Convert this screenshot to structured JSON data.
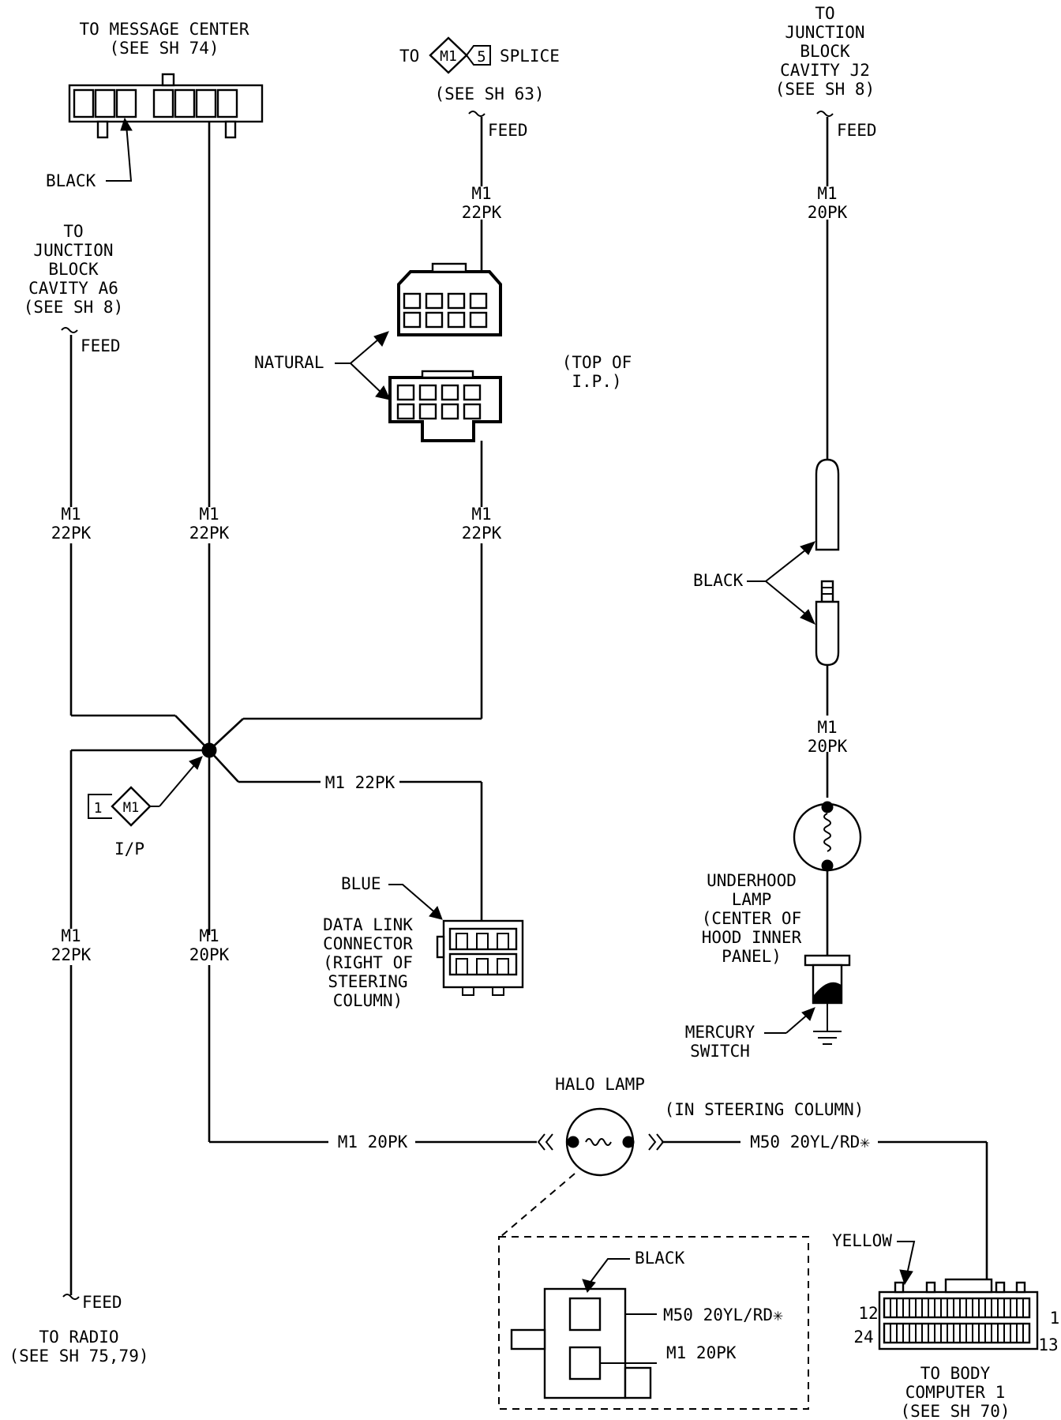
{
  "labels": {
    "message_center": [
      "TO MESSAGE CENTER",
      "(SEE SH 74)"
    ],
    "to_text": "TO",
    "splice_code": "M1",
    "splice_num": "5",
    "splice_text": "SPLICE",
    "splice_ref": "(SEE SH 63)",
    "feed": "FEED",
    "black": "BLACK",
    "jb_a6": [
      "TO",
      "JUNCTION",
      "BLOCK",
      "CAVITY A6",
      "(SEE SH 8)"
    ],
    "jb_j2": [
      "TO",
      "JUNCTION",
      "BLOCK",
      "CAVITY J2",
      "(SEE SH 8)"
    ],
    "natural": "NATURAL",
    "top_ip": [
      "(TOP OF",
      "I.P.)"
    ],
    "ground_num": "1",
    "ground_code": "M1",
    "ground_label": "I/P",
    "blue": "BLUE",
    "data_link": [
      "DATA LINK",
      "CONNECTOR",
      "(RIGHT OF",
      "STEERING",
      "COLUMN)"
    ],
    "underhood": [
      "UNDERHOOD",
      "LAMP",
      "(CENTER OF",
      "HOOD INNER",
      "PANEL)"
    ],
    "mercury": [
      "MERCURY",
      "SWITCH"
    ],
    "halo": "HALO LAMP",
    "in_column": "(IN STEERING COLUMN)",
    "yellow": "YELLOW",
    "to_radio": [
      "TO RADIO",
      "(SEE SH 75,79)"
    ],
    "body_computer": [
      "TO BODY",
      "COMPUTER 1",
      "(SEE SH 70)"
    ],
    "pins": {
      "p12": "12",
      "p24": "24",
      "p1": "1",
      "p13": "13"
    }
  },
  "wires": {
    "m1_22pk": [
      "M1",
      "22PK"
    ],
    "m1_20pk": [
      "M1",
      "20PK"
    ],
    "m1_22pk_inline": "M1 22PK",
    "m1_20pk_inline": "M1 20PK",
    "m50_inline": "M50 20YL/RD✳",
    "m50_detail": "M50 20YL/RD✳",
    "m1_detail": "M1 20PK"
  }
}
